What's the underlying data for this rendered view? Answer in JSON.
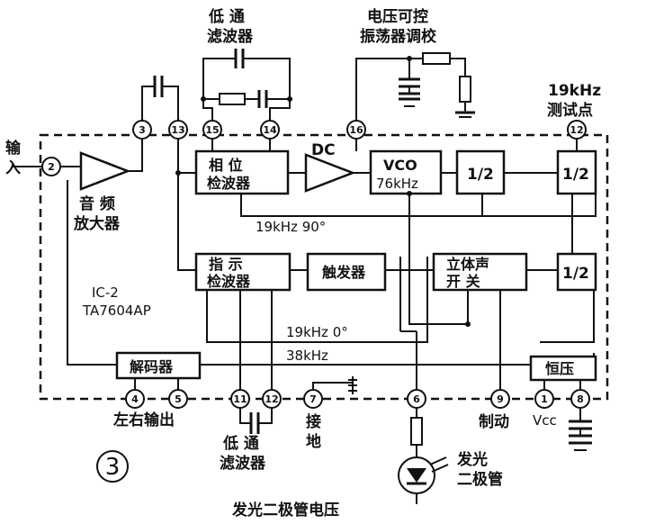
{
  "labels": {
    "input_l1": "输",
    "input_l2": "入",
    "lowpass_top_l1": "低    通",
    "lowpass_top_l2": "滤波器",
    "vco_adj_l1": "电压可控",
    "vco_adj_l2": "振荡器调校",
    "test_l1": "19kHz",
    "test_l2": "测试点",
    "dc": "DC",
    "phase_det_l1": "相    位",
    "phase_det_l2": "检波器",
    "vco_l1": "VCO",
    "vco_l2": "76kHz",
    "div_a": "1/2",
    "div_b": "1/2",
    "div_c": "1/2",
    "audio_l1": "音    频",
    "audio_l2": "放大器",
    "sig19_90": "19kHz  90°",
    "ind_det_l1": "指    示",
    "ind_det_l2": "检波器",
    "trigger": "触发器",
    "stereo_l1": "立体声",
    "stereo_l2": "开    关",
    "ic_l1": "IC-2",
    "ic_l2": "TA7604AP",
    "sig19_0": "19kHz  0°",
    "sig38": "38kHz",
    "decoder": "解码器",
    "regulator": "恒压",
    "lr_out": "左右输出",
    "gnd_l1": "接",
    "gnd_l2": "地",
    "brake": "制动",
    "vcc": "Vcc",
    "lowpass_bot_l1": "低    通",
    "lowpass_bot_l2": "滤波器",
    "led_l1": "发光",
    "led_l2": "二极管",
    "led_voltage": "发光二极管电压",
    "fig_num": "3"
  },
  "pins": [
    "2",
    "3",
    "13",
    "15",
    "14",
    "16",
    "12",
    "4",
    "5",
    "11",
    "12",
    "7",
    "6",
    "9",
    "1",
    "8"
  ]
}
